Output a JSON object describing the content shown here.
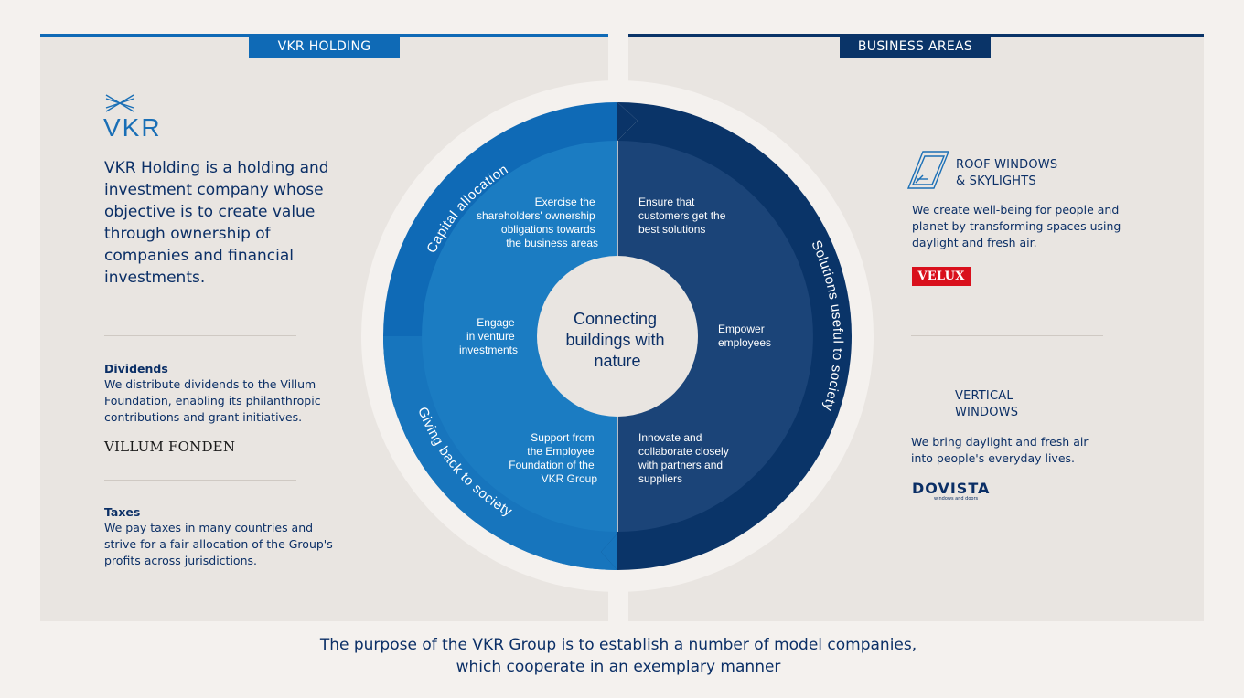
{
  "left_panel": {
    "tab_label": "VKR HOLDING",
    "logo_text": "VKR",
    "intro": "VKR Holding is a holding and investment company whose objective is to create value through ownership of companies and financial investments.",
    "dividends": {
      "title": "Dividends",
      "text": "We distribute dividends to the Villum Foundation, enabling its philanthropic contributions and grant initiatives.",
      "logo_text": "VILLUM FONDEN"
    },
    "taxes": {
      "title": "Taxes",
      "text": "We pay taxes in many countries and strive for a fair allocation of the Group's profits across jurisdictions."
    }
  },
  "right_panel": {
    "tab_label": "BUSINESS AREAS",
    "roof": {
      "title_line1": "ROOF WINDOWS",
      "title_line2": "& SKYLIGHTS",
      "text": "We create well-being for people and planet by transforming spaces using daylight and fresh air.",
      "logo_text": "VELUX",
      "icon": "roof-window-icon"
    },
    "vertical": {
      "title_line1": "VERTICAL",
      "title_line2": "WINDOWS",
      "text": "We bring daylight and fresh air into people's everyday lives.",
      "logo_text": "DOVISTA",
      "logo_sub": "windows and doors"
    }
  },
  "diagram": {
    "center": [
      "Connecting",
      "buildings with",
      "nature"
    ],
    "arc_capital": "Capital allocation",
    "arc_giving": "Giving back to society",
    "arc_solutions": "Solutions useful to society",
    "exercise": [
      "Exercise the",
      "shareholders' ownership",
      "obligations towards",
      "the business areas"
    ],
    "engage": [
      "Engage",
      "in venture",
      "investments"
    ],
    "support": [
      "Support from",
      "the Employee",
      "Foundation of the",
      "VKR Group"
    ],
    "ensure": [
      "Ensure that",
      "customers get the",
      "best solutions"
    ],
    "empower": [
      "Empower",
      "employees"
    ],
    "innovate": [
      "Innovate and",
      "collaborate closely",
      "with partners and",
      "suppliers"
    ],
    "colors": {
      "light_blue": "#1a7cc0",
      "mid_blue": "#0f6ab6",
      "dark_blue": "#0a3468",
      "navy_inner": "#1b4478"
    }
  },
  "purpose": "The purpose of the VKR Group is to establish a number of model companies, which cooperate in an exemplary manner"
}
